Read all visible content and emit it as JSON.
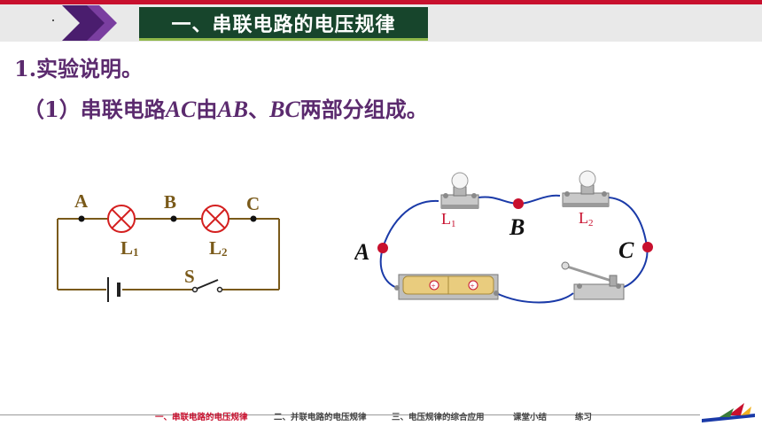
{
  "header": {
    "title": "一、串联电路的电压规律"
  },
  "content": {
    "line1": "1.实验说明。",
    "line2_prefix": "（1）串联电路",
    "line2_var1": "AC",
    "line2_mid1": "由",
    "line2_var2": "AB",
    "line2_mid2": "、",
    "line2_var3": "BC",
    "line2_suffix": "两部分组成。"
  },
  "schematic": {
    "point_a": "A",
    "point_b": "B",
    "point_c": "C",
    "lamp1": "L",
    "lamp1_sub": "1",
    "lamp2": "L",
    "lamp2_sub": "2",
    "switch": "S"
  },
  "real_circuit": {
    "point_a": "A",
    "point_b": "B",
    "point_c": "C",
    "lamp1": "L",
    "lamp1_sub": "1",
    "lamp2": "L",
    "lamp2_sub": "2"
  },
  "footer": {
    "nav": [
      {
        "label": "一、串联电路的电压规律",
        "active": true
      },
      {
        "label": "二、并联电路的电压规律",
        "active": false
      },
      {
        "label": "三、电压规律的综合应用",
        "active": false
      },
      {
        "label": "课堂小结",
        "active": false
      },
      {
        "label": "练习",
        "active": false
      }
    ]
  },
  "colors": {
    "accent_red": "#c8102e",
    "title_bg": "#17452c",
    "text_purple": "#5b2a6e",
    "schematic_label": "#7a5a1a",
    "wire_blue": "#1a3aa8"
  }
}
